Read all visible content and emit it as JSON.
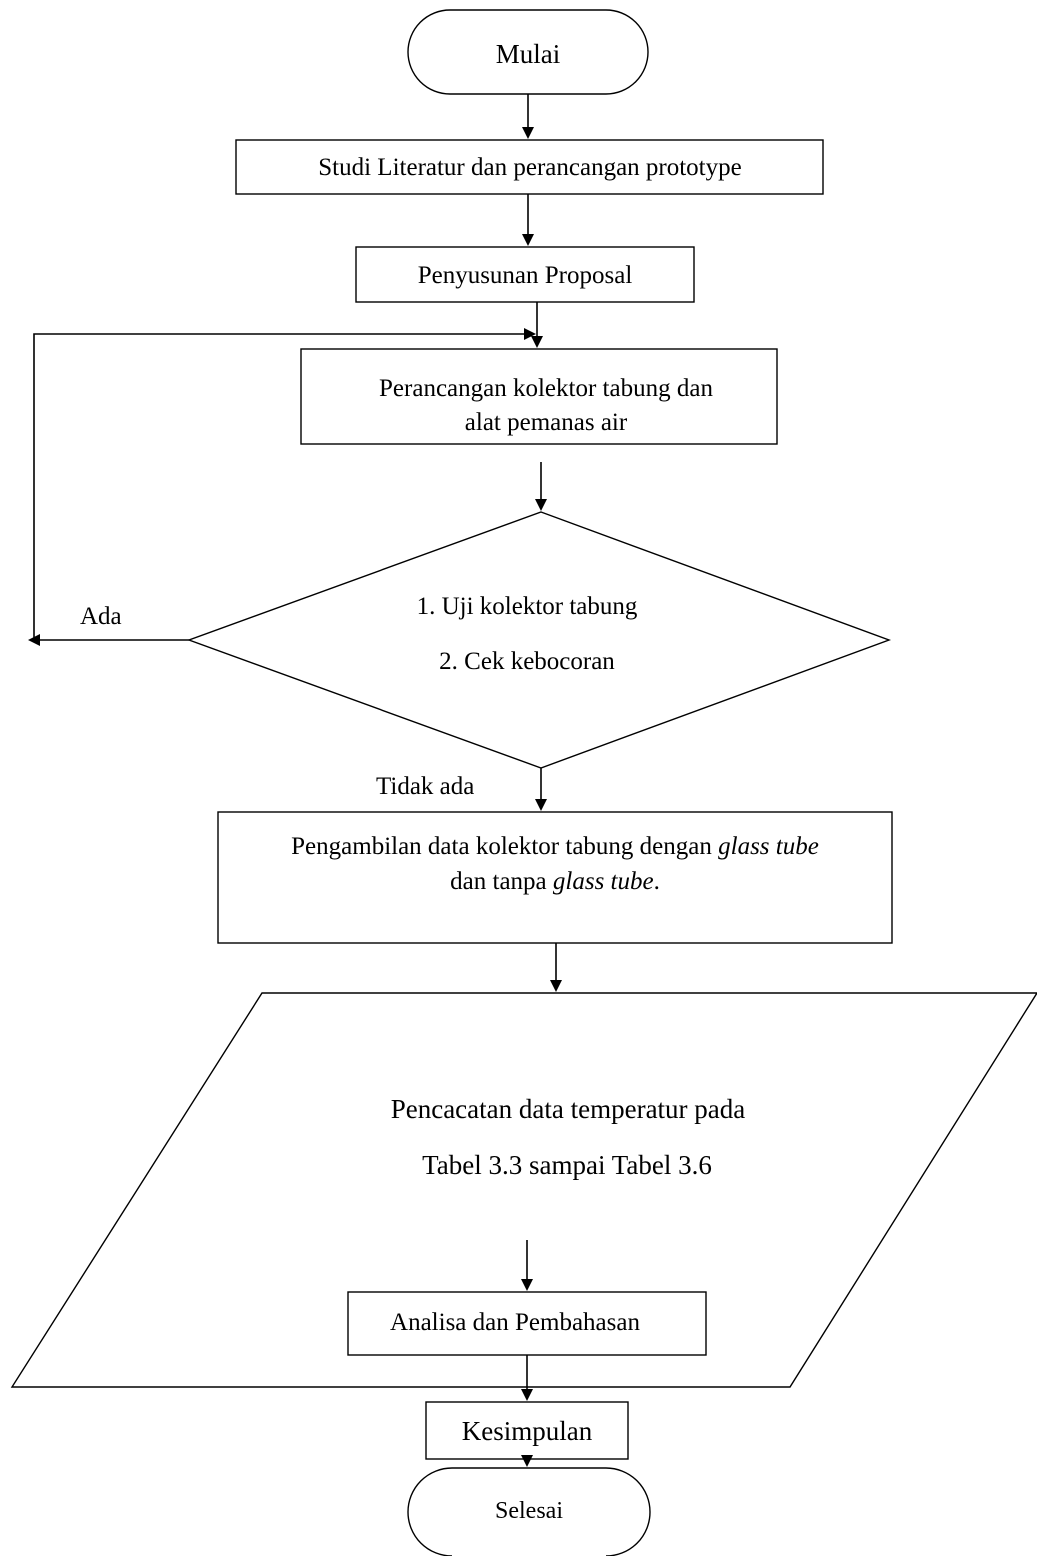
{
  "nodes": {
    "start": {
      "label": "Mulai"
    },
    "study": {
      "label": "Studi Literatur dan perancangan prototype"
    },
    "proposal": {
      "label": "Penyusunan Proposal"
    },
    "design": {
      "line1": "Perancangan kolektor tabung dan",
      "line2": "alat pemanas air"
    },
    "test": {
      "line1": "1. Uji kolektor tabung",
      "line2": "2. Cek kebocoran"
    },
    "collect": {
      "line1_prefix": "Pengambilan data kolektor tabung dengan ",
      "line1_italic": "glass tube",
      "line2_prefix": "dan tanpa ",
      "line2_italic": "glass tube",
      "line2_suffix": "."
    },
    "record": {
      "line1": "Pencacatan data temperatur pada",
      "line2": "Tabel 3.3 sampai Tabel 3.6"
    },
    "analysis": {
      "label": "Analisa dan Pembahasan"
    },
    "conclusion": {
      "label": "Kesimpulan"
    },
    "end": {
      "label": "Selesai"
    }
  },
  "edges": {
    "yes_label": "Ada",
    "no_label": "Tidak ada"
  }
}
